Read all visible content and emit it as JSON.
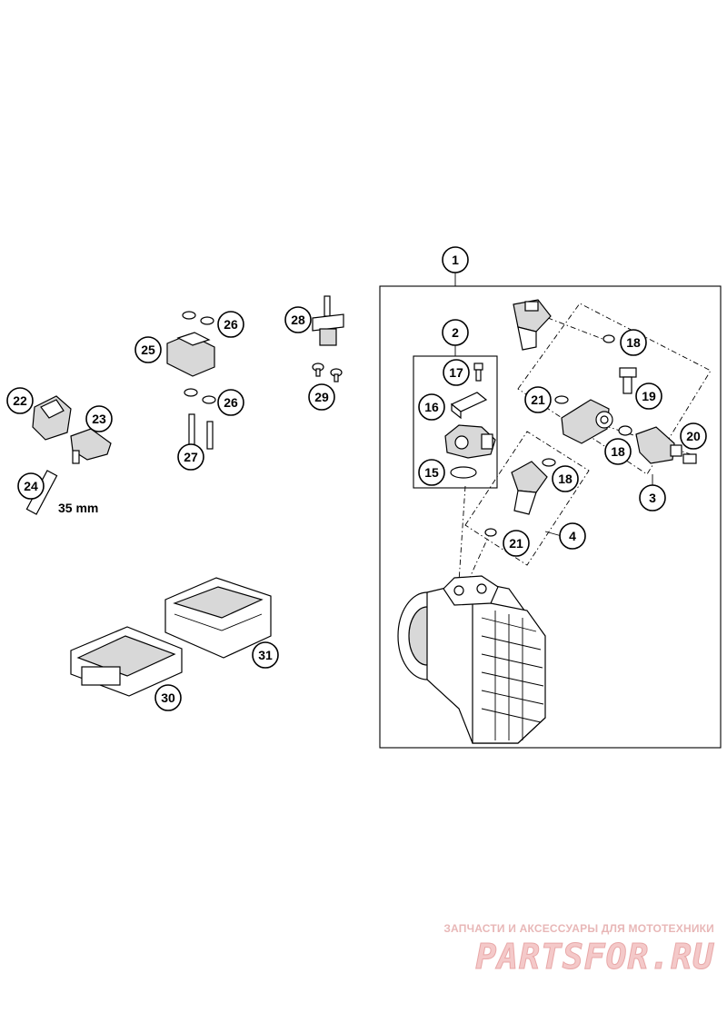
{
  "callouts": [
    "1",
    "2",
    "3",
    "4",
    "15",
    "16",
    "17",
    "18",
    "18",
    "18",
    "19",
    "20",
    "21",
    "21",
    "22",
    "23",
    "24",
    "25",
    "26",
    "26",
    "27",
    "28",
    "29",
    "30",
    "31"
  ],
  "dimension_label": "35 mm",
  "watermark": {
    "tagline": "ЗАПЧАСТИ И АКСЕССУАРЫ ДЛЯ МОТОТЕХНИКИ",
    "logo": "PARTSFOR.RU",
    "color": "#f4c9c9"
  }
}
